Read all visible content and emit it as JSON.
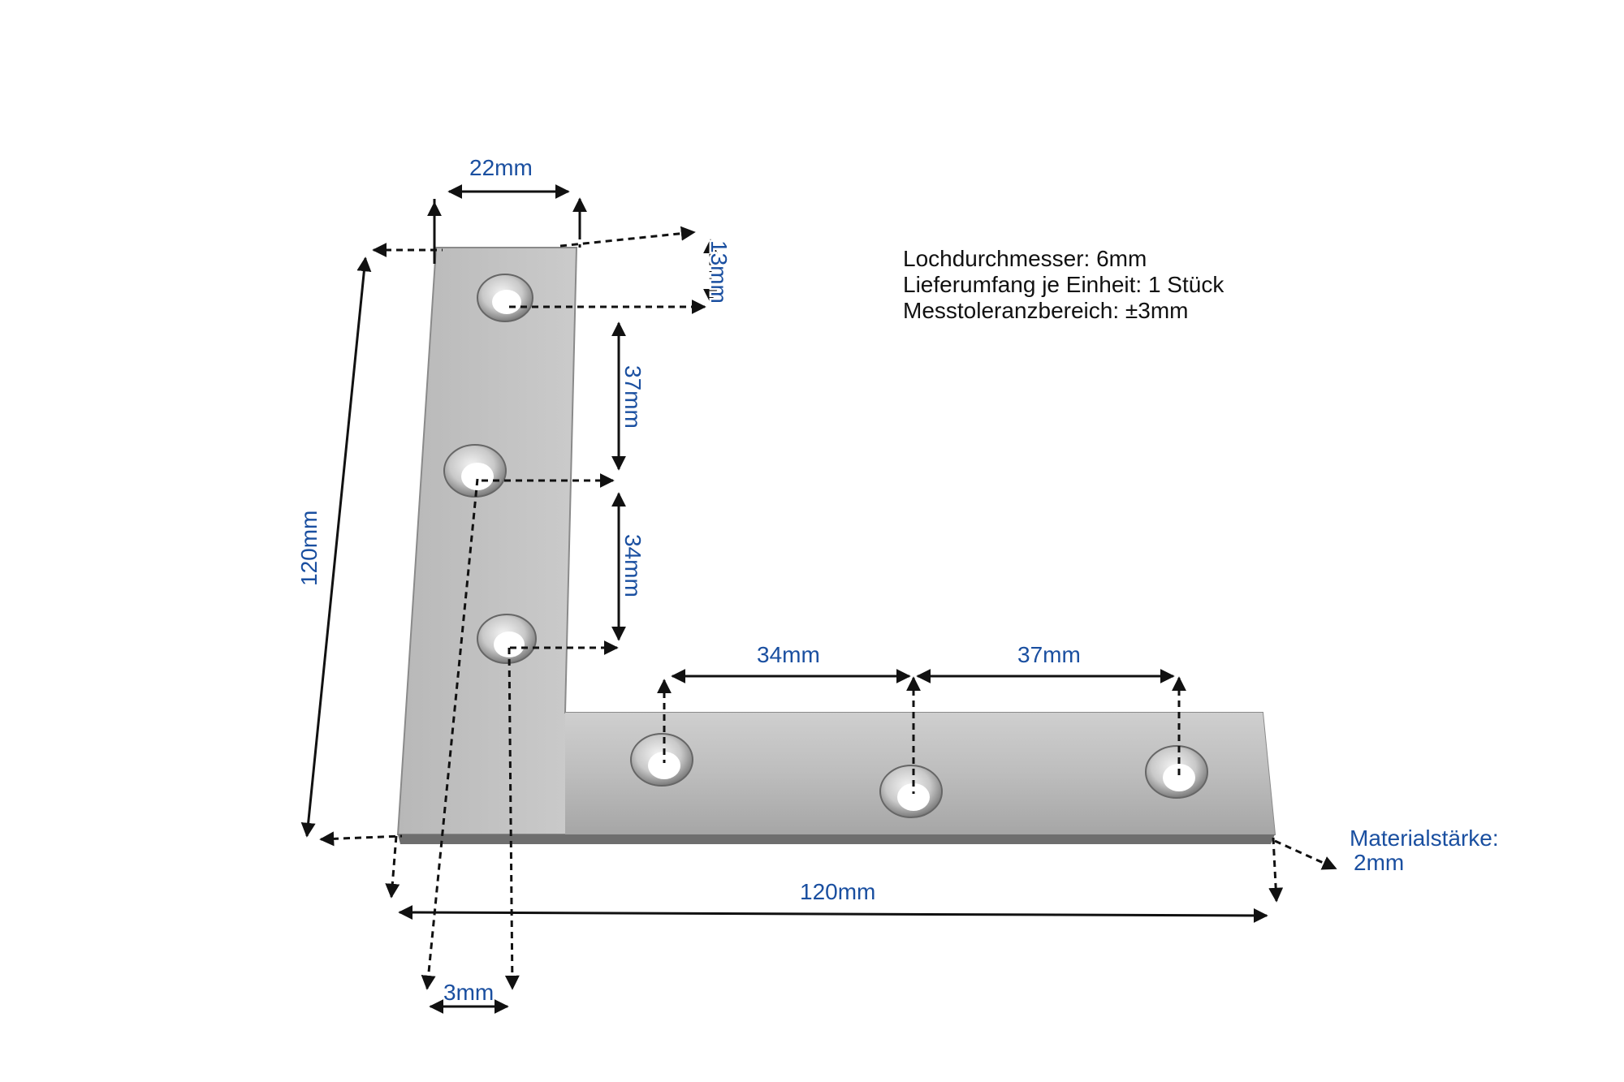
{
  "dimensions": {
    "leg_width": "22mm",
    "edge_to_first_hole": "13mm",
    "vertical_hole_spacing_upper": "37mm",
    "vertical_hole_spacing_lower": "34mm",
    "vertical_length": "120mm",
    "horizontal_hole_spacing_left": "34mm",
    "horizontal_hole_spacing_right": "37mm",
    "horizontal_length": "120mm",
    "hole_offset": "3mm"
  },
  "material_thickness": {
    "label": "Materialstärke:",
    "value": "2mm"
  },
  "info": {
    "hole_diameter": "Lochdurchmesser: 6mm",
    "delivery_scope": "Lieferumfang je Einheit: 1 Stück",
    "tolerance": "Messtoleranzbereich: ±3mm"
  },
  "colors": {
    "dimension_text": "#1a4fa0",
    "steel_light": "#d9d9d9",
    "steel_dark": "#8c8c8c"
  }
}
